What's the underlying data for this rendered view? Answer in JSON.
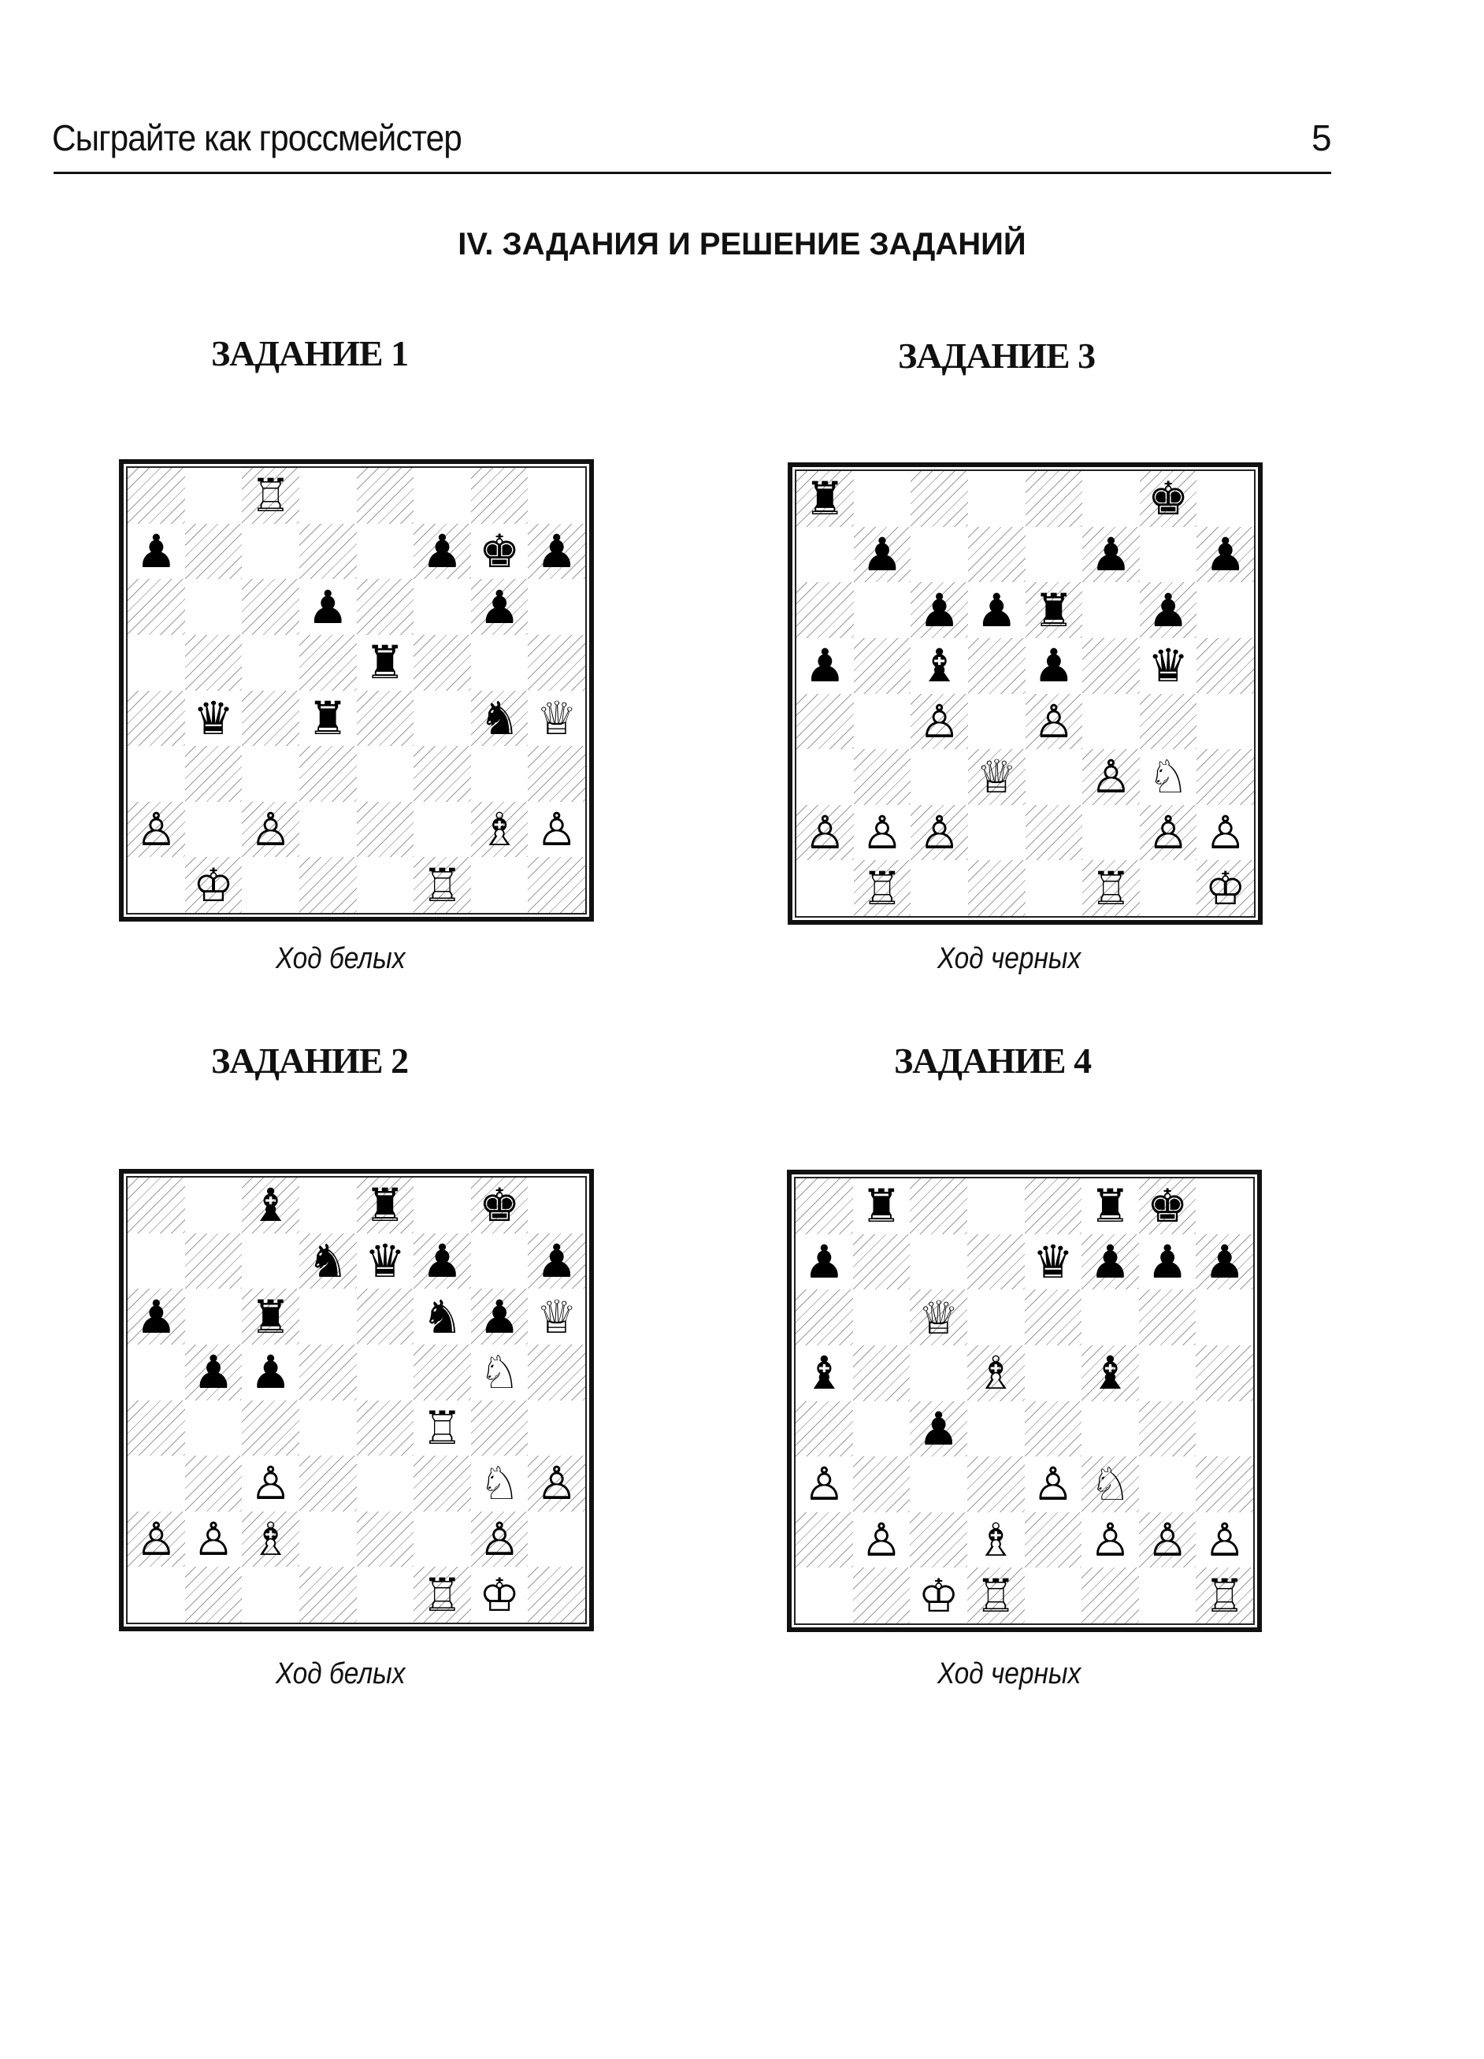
{
  "header": {
    "running_title": "Сыграйте как гроссмейстер",
    "page_number": "5"
  },
  "section_title": "IV. ЗАДАНИЯ И РЕШЕНИЕ ЗАДАНИЙ",
  "glyphs": {
    "wK": "♔",
    "wQ": "♕",
    "wR": "♖",
    "wB": "♗",
    "wN": "♘",
    "wP": "♙",
    "bK": "♚",
    "bQ": "♛",
    "bR": "♜",
    "bB": "♝",
    "bN": "♞",
    "bP": "♟"
  },
  "tasks": [
    {
      "label": "ЗАДАНИЕ 1",
      "caption": "Ход белых",
      "pieces": {
        "c8": "wR",
        "a7": "bP",
        "f7": "bP",
        "g7": "bK",
        "h7": "bP",
        "d6": "bP",
        "g6": "bP",
        "e5": "bR",
        "b4": "bQ",
        "d4": "bR",
        "g4": "bN",
        "h4": "wQ",
        "a2": "wP",
        "c2": "wP",
        "g2": "wB",
        "h2": "wP",
        "b1": "wK",
        "f1": "wR"
      }
    },
    {
      "label": "ЗАДАНИЕ 2",
      "caption": "Ход белых",
      "pieces": {
        "c8": "bB",
        "e8": "bR",
        "g8": "bK",
        "d7": "bN",
        "e7": "bQ",
        "f7": "bP",
        "h7": "bP",
        "a6": "bP",
        "c6": "bR",
        "f6": "bN",
        "g6": "bP",
        "h6": "wQ",
        "b5": "bP",
        "c5": "bP",
        "g5": "wN",
        "f4": "wR",
        "c3": "wP",
        "g3": "wN",
        "h3": "wP",
        "a2": "wP",
        "b2": "wP",
        "c2": "wB",
        "g2": "wP",
        "f1": "wR",
        "g1": "wK"
      }
    },
    {
      "label": "ЗАДАНИЕ 3",
      "caption": "Ход черных",
      "pieces": {
        "a8": "bR",
        "g8": "bK",
        "b7": "bP",
        "f7": "bP",
        "h7": "bP",
        "c6": "bP",
        "d6": "bP",
        "e6": "bR",
        "g6": "bP",
        "a5": "bP",
        "c5": "bB",
        "e5": "bP",
        "g5": "bQ",
        "c4": "wP",
        "e4": "wP",
        "d3": "wQ",
        "f3": "wP",
        "g3": "wN",
        "a2": "wP",
        "b2": "wP",
        "c2": "wP",
        "g2": "wP",
        "h2": "wP",
        "b1": "wR",
        "f1": "wR",
        "h1": "wK"
      }
    },
    {
      "label": "ЗАДАНИЕ 4",
      "caption": "Ход черных",
      "pieces": {
        "b8": "bR",
        "f8": "bR",
        "g8": "bK",
        "a7": "bP",
        "e7": "bQ",
        "f7": "bP",
        "g7": "bP",
        "h7": "bP",
        "c6": "wQ",
        "a5": "bB",
        "d5": "wB",
        "f5": "bB",
        "c4": "bP",
        "a3": "wP",
        "e3": "wP",
        "f3": "wN",
        "b2": "wP",
        "d2": "wB",
        "f2": "wP",
        "g2": "wP",
        "h2": "wP",
        "c1": "wK",
        "d1": "wR",
        "h1": "wR"
      }
    }
  ]
}
